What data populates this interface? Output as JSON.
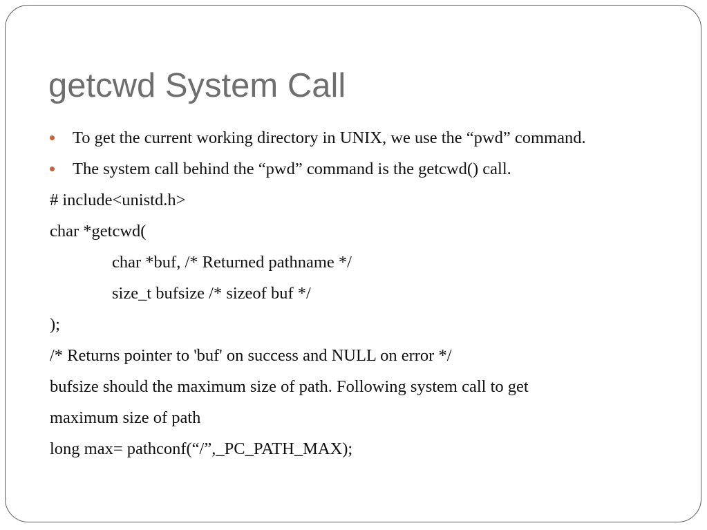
{
  "slide": {
    "title": "getcwd System Call",
    "bullets": [
      "To get the current working directory in UNIX, we use the “pwd” command.",
      "The system call behind the “pwd” command is the getcwd() call."
    ],
    "code_lines": [
      "# include<unistd.h>",
      "char *getcwd(",
      "char *buf, /* Returned pathname */",
      "size_t bufsize /* sizeof buf */",
      ");",
      "/* Returns pointer to 'buf' on success and NULL on error */",
      "bufsize should the maximum size of path. Following system call  to get",
      "maximum size of path",
      "long max= pathconf(“/”,_PC_PATH_MAX);"
    ]
  },
  "colors": {
    "title": "#6e6e6e",
    "bullet": "#c4643a",
    "border": "#595959"
  }
}
